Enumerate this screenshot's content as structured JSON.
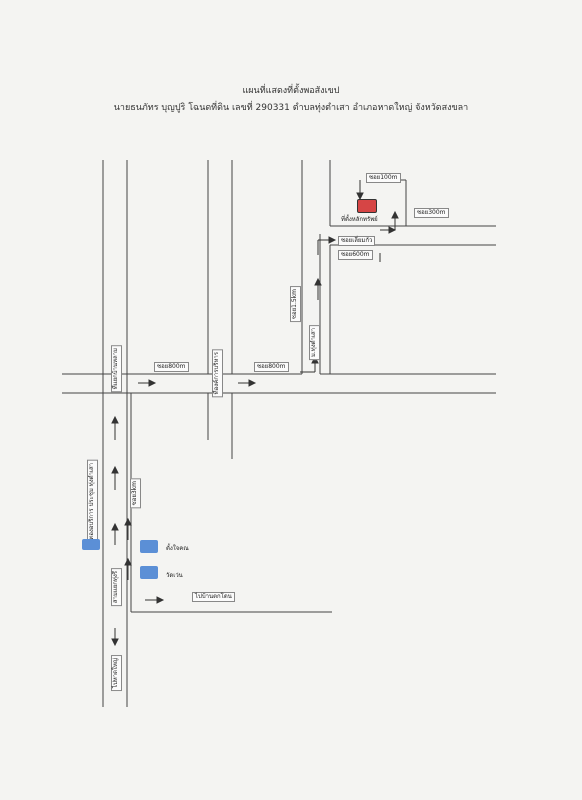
{
  "title": {
    "line1": "แผนที่แสดงที่ตั้งพอสังเขป",
    "line2": "นายธนภัทร บุญปูริ โฉนดที่ดิน เลขที่ 290331 ตำบลทุ่งตำเสา อำเภอหาดใหญ่ จังหวัดสงขลา"
  },
  "labels": {
    "soi100": "ซอย100m",
    "soi300": "ซอย300m",
    "soi_lamkaw": "ซอยเลี่ยมกัว",
    "soi600": "ซอย600m",
    "target": "ที่ตั้งหลักทรัพย์",
    "soi1_5km": "ซอย1.5km",
    "thungtamsao": "ม.ทุ่งตำเสา",
    "soi800_left": "ซอย800m",
    "soi800_right": "ซอย800m",
    "tambon_office": "ที่องค์การบริหาร",
    "kwan_village": "ที่แยกบ้านหลาม",
    "soi3km": "ซอย3km",
    "health_center": "ทองอบริการ ประชุม ทุ่งตำเสา",
    "school": "สามแยกทุ่งรี",
    "to_hatyai": "ไปหาดใหญ่",
    "to_bannakhanong": "ไปบ้านตกโดน",
    "temple": "ตั้งใจคณ",
    "police": "วัดเว่น"
  },
  "colors": {
    "target": "#d64545",
    "landmark": "#5b8fd6",
    "road": "#444444"
  }
}
